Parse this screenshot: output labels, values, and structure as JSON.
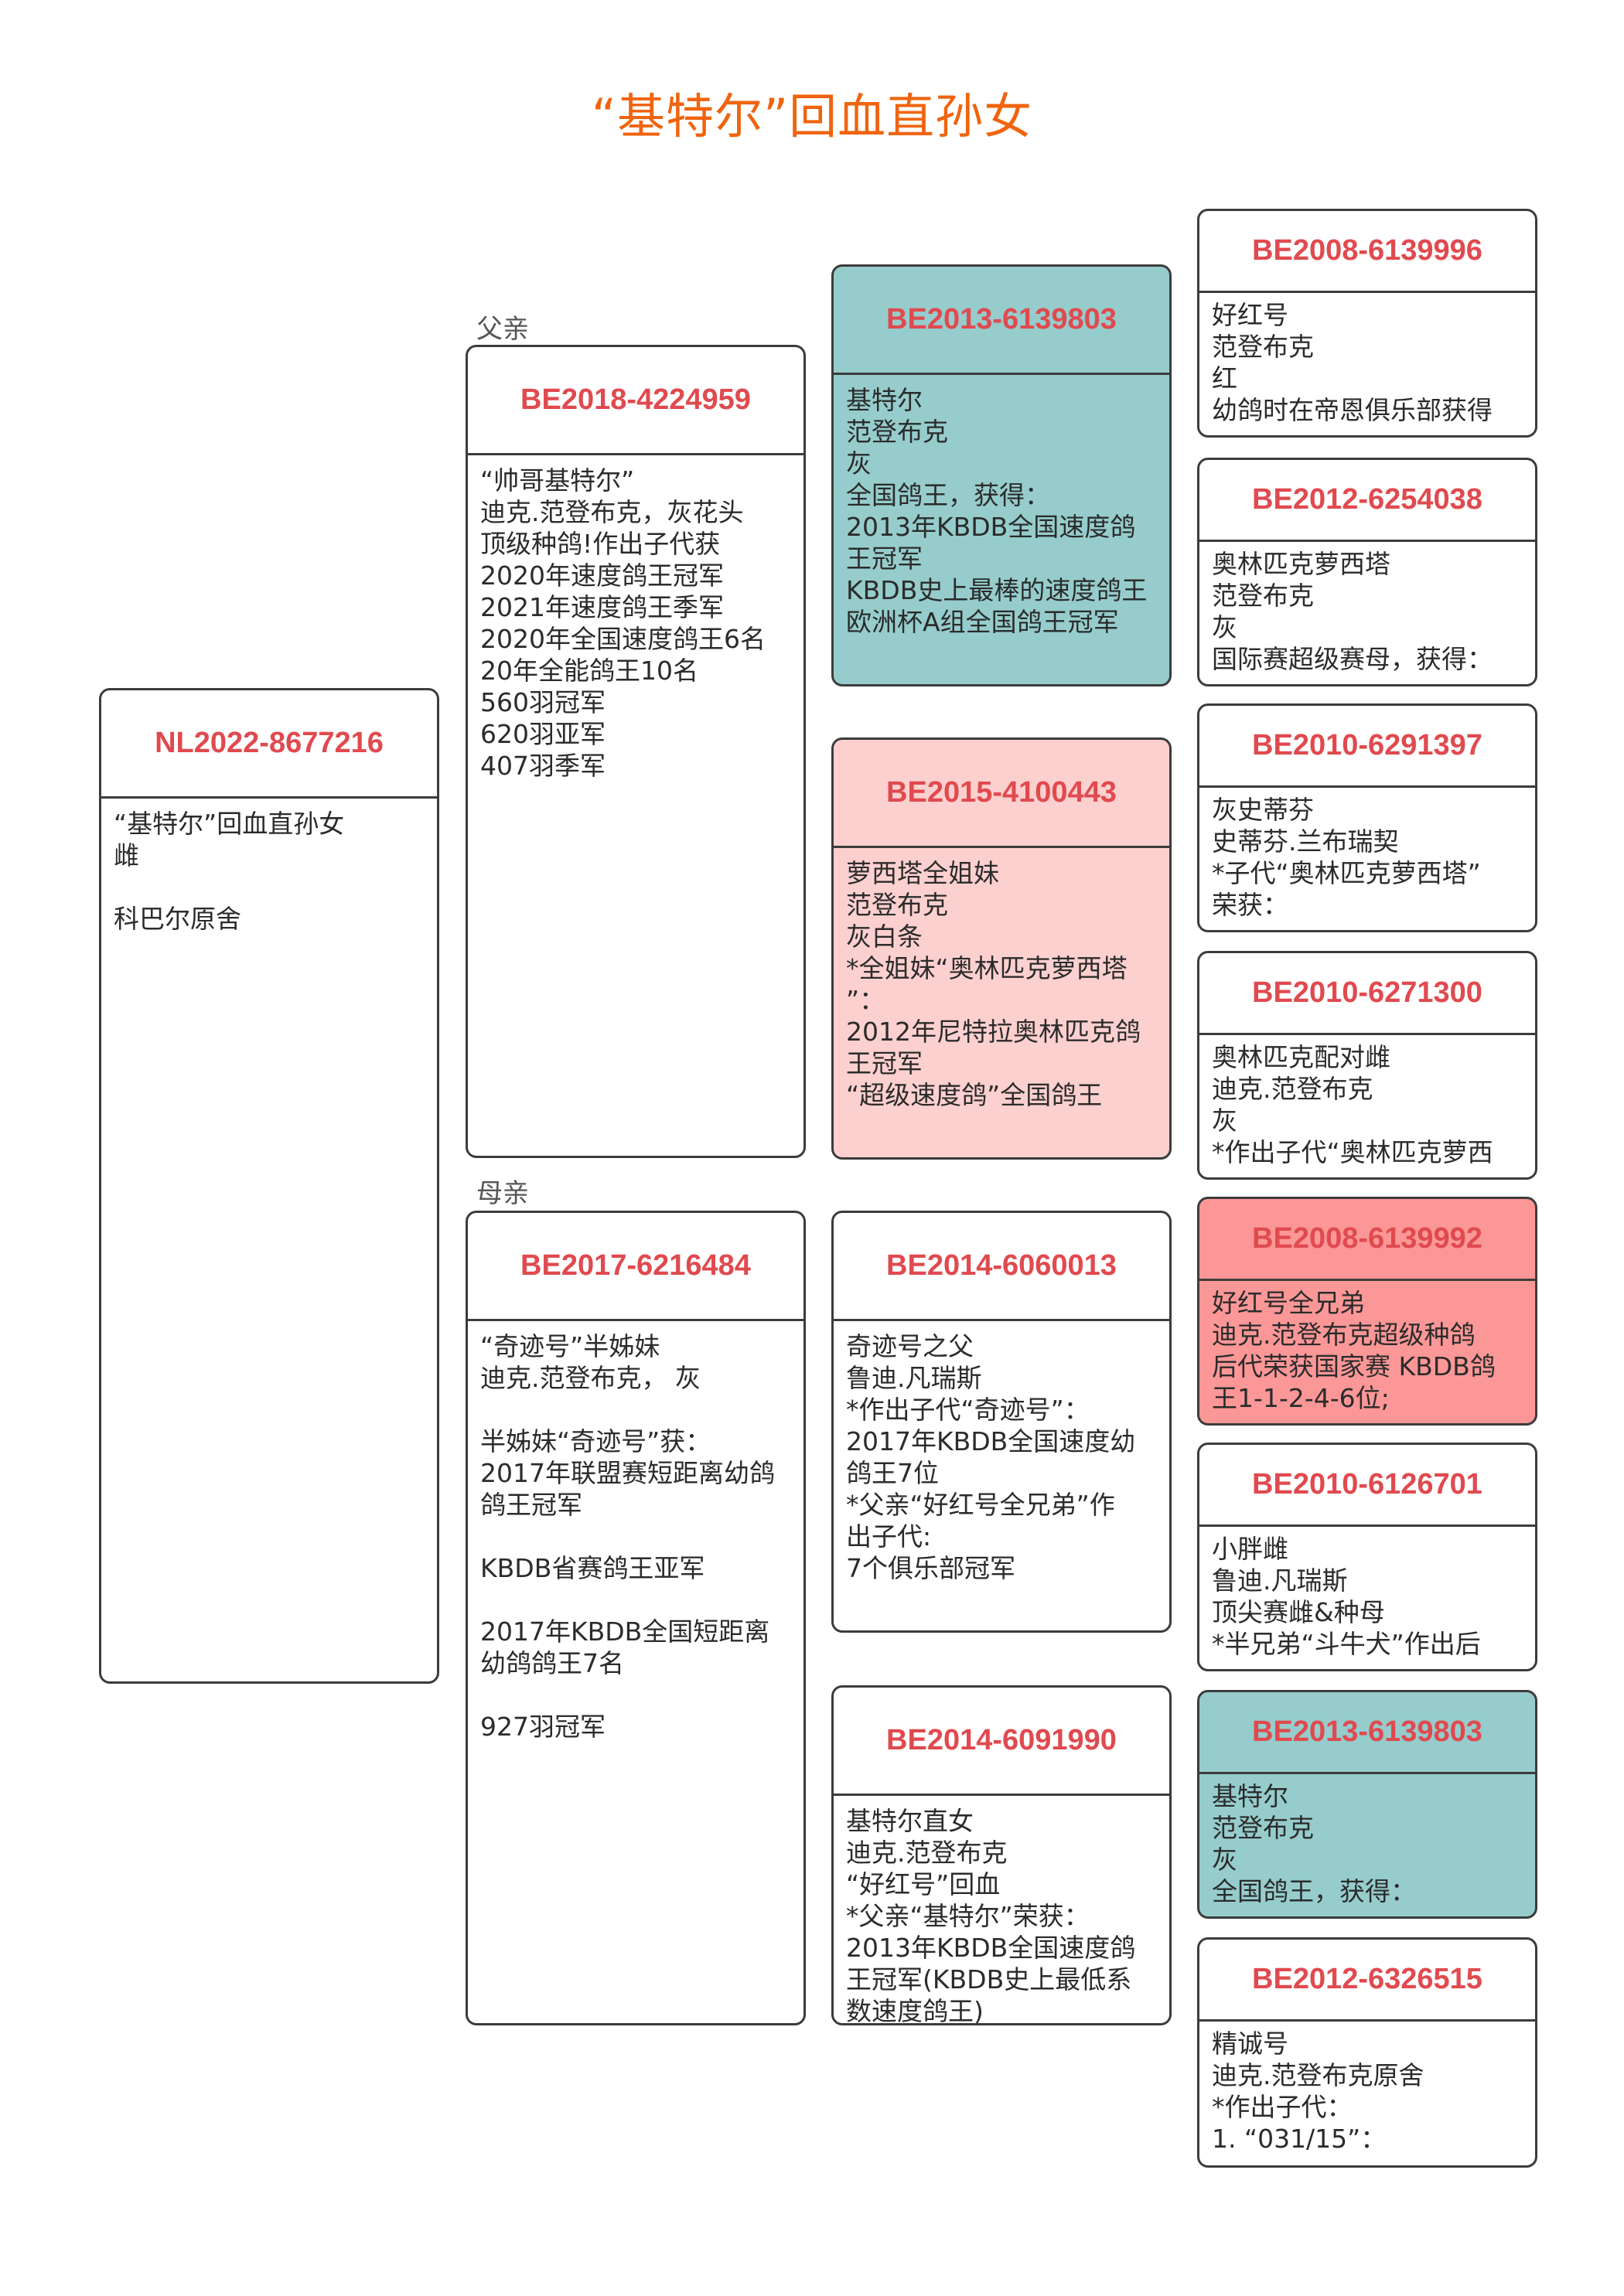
{
  "title": "“基特尔”回血直孙女",
  "labels": {
    "father": "父亲",
    "mother": "母亲"
  },
  "colors": {
    "title": "#f0640f",
    "ring": "#e04a4f",
    "teal": "#96cccc",
    "pink": "#fcd0cf",
    "red": "#fc9797"
  },
  "subject": {
    "ring": "NL2022-8677216",
    "text": "“基特尔”回血直孙女\n雌\n\n科巴尔原舍"
  },
  "father": {
    "ring": "BE2018-4224959",
    "text": "“帅哥基特尔”\n迪克.范登布克，灰花头\n顶级种鸽!作出子代获\n2020年速度鸽王冠军\n2021年速度鸽王季军\n2020年全国速度鸽王6名\n20年全能鸽王10名\n560羽冠军\n620羽亚军\n407羽季军"
  },
  "mother": {
    "ring": "BE2017-6216484",
    "text": "“奇迹号”半姊妹\n迪克.范登布克， 灰\n\n半姊妹“奇迹号”获：\n2017年联盟赛短距离幼鸽\n鸽王冠军\n\nKBDB省赛鸽王亚军\n\n2017年KBDB全国短距离\n幼鸽鸽王7名\n\n927羽冠军"
  },
  "ff": {
    "ring": "BE2013-6139803",
    "text": "基特尔\n范登布克\n灰\n全国鸽王，获得：\n2013年KBDB全国速度鸽\n王冠军\nKBDB史上最棒的速度鸽王\n欧洲杯A组全国鸽王冠军"
  },
  "fm": {
    "ring": "BE2015-4100443",
    "text": "萝西塔全姐妹\n范登布克\n灰白条\n*全姐妹“奥林匹克萝西塔\n”：\n2012年尼特拉奥林匹克鸽\n王冠军\n“超级速度鸽”全国鸽王"
  },
  "mf": {
    "ring": "BE2014-6060013",
    "text": "奇迹号之父\n鲁迪.凡瑞斯\n*作出子代“奇迹号”：\n2017年KBDB全国速度幼\n鸽王7位\n*父亲“好红号全兄弟”作\n出子代:\n7个俱乐部冠军"
  },
  "mm": {
    "ring": "BE2014-6091990",
    "text": "基特尔直女\n迪克.范登布克\n“好红号”回血\n*父亲“基特尔”荣获：\n2013年KBDB全国速度鸽\n王冠军(KBDB史上最低系\n数速度鸽王)\n多特蒙德欧洲杯全国鸽王"
  },
  "g1": {
    "ring": "BE2008-6139996",
    "text": "好红号\n范登布克\n红\n幼鸽时在帝恩俱乐部获得"
  },
  "g2": {
    "ring": "BE2012-6254038",
    "text": "奥林匹克萝西塔\n范登布克\n灰\n国际赛超级赛母，获得："
  },
  "g3": {
    "ring": "BE2010-6291397",
    "text": "灰史蒂芬\n史蒂芬.兰布瑞契\n*子代“奥林匹克萝西塔”\n荣获："
  },
  "g4": {
    "ring": "BE2010-6271300",
    "text": "奥林匹克配对雌\n迪克.范登布克\n灰\n*作出子代“奥林匹克萝西"
  },
  "g5": {
    "ring": "BE2008-6139992",
    "text": "好红号全兄弟\n迪克.范登布克超级种鸽\n后代荣获国家赛 KBDB鸽\n王1-1-2-4-6位;"
  },
  "g6": {
    "ring": "BE2010-6126701",
    "text": "小胖雌\n鲁迪.凡瑞斯\n顶尖赛雌&种母\n*半兄弟“斗牛犬”作出后"
  },
  "g7": {
    "ring": "BE2013-6139803",
    "text": "基特尔\n范登布克\n灰\n全国鸽王，获得："
  },
  "g8": {
    "ring": "BE2012-6326515",
    "text": "精诚号\n迪克.范登布克原舍\n*作出子代：\n1. “031/15”："
  }
}
